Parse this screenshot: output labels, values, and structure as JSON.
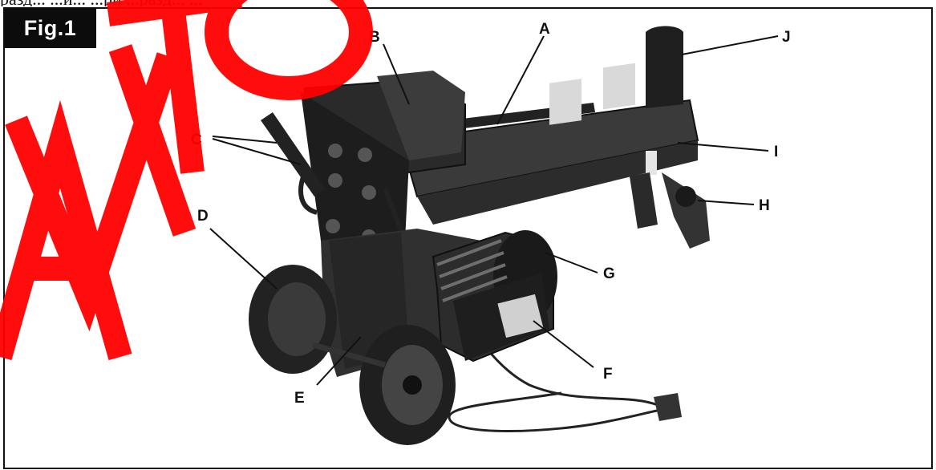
{
  "page": {
    "top_text": "разд... ...и... ...ри ...разд... ..."
  },
  "figure": {
    "label": "Fig.1"
  },
  "callouts": [
    {
      "id": "A",
      "text": "A"
    },
    {
      "id": "B",
      "text": "B"
    },
    {
      "id": "C",
      "text": "C"
    },
    {
      "id": "D",
      "text": "D"
    },
    {
      "id": "E",
      "text": "E"
    },
    {
      "id": "F",
      "text": "F"
    },
    {
      "id": "G",
      "text": "G"
    },
    {
      "id": "H",
      "text": "H"
    },
    {
      "id": "I",
      "text": "I"
    },
    {
      "id": "J",
      "text": "J"
    }
  ],
  "watermark": {
    "text": "AVITO",
    "color": "#ff0000"
  }
}
